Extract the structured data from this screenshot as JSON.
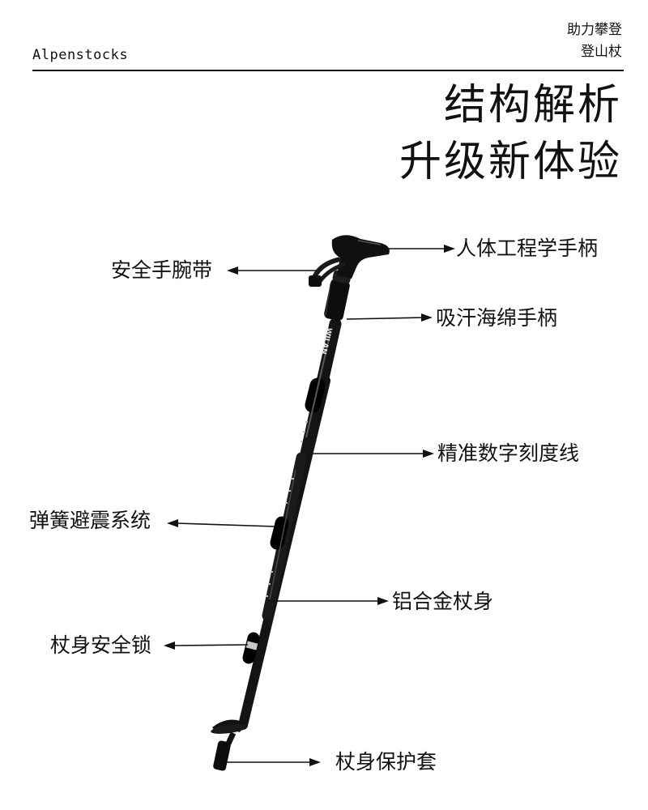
{
  "header": {
    "brand": "Alpenstocks",
    "tagline_line1": "助力攀登",
    "tagline_line2": "登山杖"
  },
  "title": {
    "line1": "结构解析",
    "line2": "升级新体验"
  },
  "callouts": {
    "ergonomic_handle": "人体工程学手柄",
    "safety_wrist_strap": "安全手腕带",
    "sweat_foam_grip": "吸汗海绵手柄",
    "precise_scale_line": "精准数字刻度线",
    "spring_shock_system": "弹簧避震系统",
    "aluminum_alloy_body": "铝合金杖身",
    "body_safety_lock": "杖身安全锁",
    "tip_protector": "杖身保护套"
  },
  "pole_logo": "WILAN",
  "colors": {
    "text": "#111111",
    "pole": "#141414",
    "background": "#ffffff"
  }
}
